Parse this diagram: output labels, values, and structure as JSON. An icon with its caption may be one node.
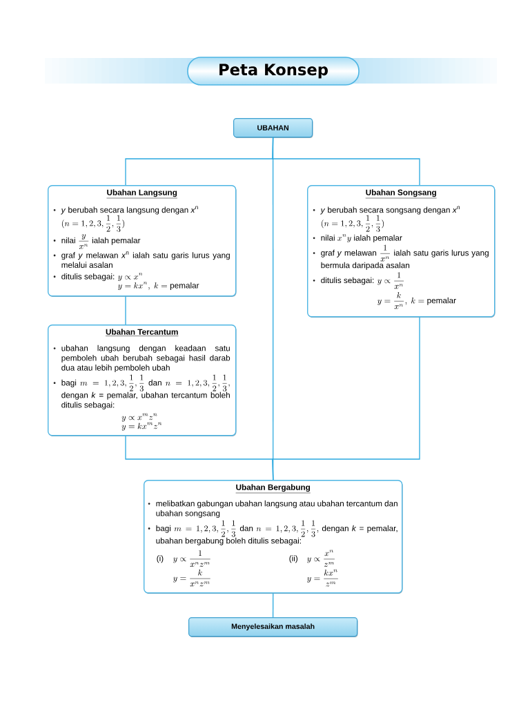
{
  "diagram": {
    "title": "Peta Konsep",
    "nodes": [
      {
        "text": [
          "UBAHAN"
        ]
      },
      {
        "text": [
          "Ubahan Langsung",
          "*y* berubah secara langsung dengan *x*$^{n}$",
          "(n = 1, 2, 3, \\frac{1}{2}, \\frac{1}{3})",
          "nilai",
          "\\frac{y}{x^{n}}",
          "ialah pemalar",
          "graf *y* melawan *x*$^{n}$ ialah satu garis lurus yang melalui asalan",
          "ditulis sebagai:",
          "y \\propto x^{n}",
          "y = kx^{n},\\ k = \\text{pemalar}"
        ]
      },
      {
        "text": [
          "Ubahan Songsang",
          "*y* berubah secara songsang dengan *x*$^{n}$",
          "(n = 1, 2, 3, \\frac{1}{2}, \\frac{1}{3})",
          "nilai",
          "x^{n}y",
          "ialah pemalar",
          "graf *y* melawan",
          "\\frac{1}{x^{n}}",
          "ialah satu garis lurus yang bermula daripada asalan",
          "ditulis sebagai:",
          "y \\propto \\frac{1}{x^{n}}",
          "y = \\frac{k}{x^{n}},\\ k = \\text{pemalar}"
        ]
      },
      {
        "text": [
          "Ubahan Tercantum",
          "ubahan langsung dengan keadaan satu pemboleh ubah berubah sebagai hasil darab dua atau lebih pemboleh ubah",
          "bagi",
          "m = 1, 2, 3, \\frac{1}{2}, \\frac{1}{3}",
          "dan",
          "n = 1, 2, 3, \\frac{1}{2}, \\frac{1}{3},",
          "dengan *k* = pemalar, ubahan tercantum boleh ditulis sebagai:",
          "y \\propto x^{m}z^{n}",
          "y = kx^{m}z^{n}"
        ]
      },
      {
        "text": [
          "Ubahan Bergabung",
          "melibatkan gabungan ubahan langsung atau ubahan tercantum dan ubahan songsang",
          "bagi",
          "m = 1, 2, 3, \\frac{1}{2}, \\frac{1}{3}",
          "dan",
          "n = 1, 2, 3, \\frac{1}{2}, \\frac{1}{3},",
          "dengan *k* = pemalar, ubahan bergabung boleh ditulis sebagai:",
          "(i)",
          "y \\propto \\frac{1}{x^{n}z^{m}}",
          "y = \\frac{k}{x^{n}z^{m}}",
          "(ii)",
          "y \\propto \\frac{x^{n}}{z^{m}}",
          "y = \\frac{kx^{n}}{z^{m}}"
        ]
      },
      {
        "text": [
          "Menyelesaikan masalah"
        ]
      }
    ],
    "edges": [
      {
        "from": 0,
        "to": 1,
        "arrow": "none"
      },
      {
        "from": 0,
        "to": 2,
        "arrow": "none"
      },
      {
        "from": 0,
        "to": 4,
        "arrow": "none"
      },
      {
        "from": 1,
        "to": 3,
        "arrow": "none"
      },
      {
        "from": 3,
        "to": 4,
        "arrow": "none"
      },
      {
        "from": 2,
        "to": 4,
        "arrow": "none"
      },
      {
        "from": 4,
        "to": 5,
        "arrow": "none"
      }
    ]
  }
}
